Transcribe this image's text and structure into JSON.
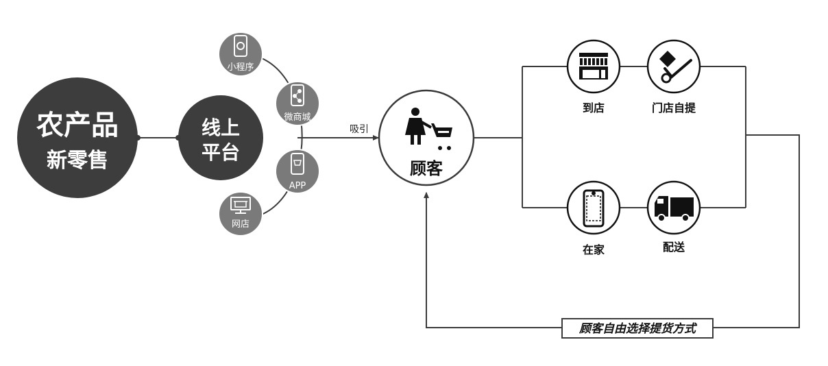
{
  "main_circle": {
    "line1": "农产品",
    "line2": "新零售"
  },
  "online_platform": {
    "line1": "线上",
    "line2": "平台"
  },
  "channels": [
    {
      "label": "小程序",
      "icon": "phone-icon"
    },
    {
      "label": "微商城",
      "icon": "phone-share-icon"
    },
    {
      "label": "APP",
      "icon": "phone-cart-icon"
    },
    {
      "label": "网店",
      "icon": "monitor-store-icon"
    }
  ],
  "attract_label": "吸引",
  "customer": {
    "label": "顾客",
    "icon": "shopper-cart-icon"
  },
  "options": {
    "store": {
      "label": "到店",
      "icon": "storefront-icon"
    },
    "pickup": {
      "label": "门店自提",
      "icon": "hand-truck-icon"
    },
    "home": {
      "label": "在家",
      "icon": "smartphone-icon"
    },
    "delivery": {
      "label": "配送",
      "icon": "delivery-truck-icon"
    }
  },
  "feedback_label": "顾客自由选择提货方式",
  "colors": {
    "dark_circle": "#3d3d3d",
    "channel_circle": "#7a7a7a",
    "line": "#3a3a3a"
  }
}
